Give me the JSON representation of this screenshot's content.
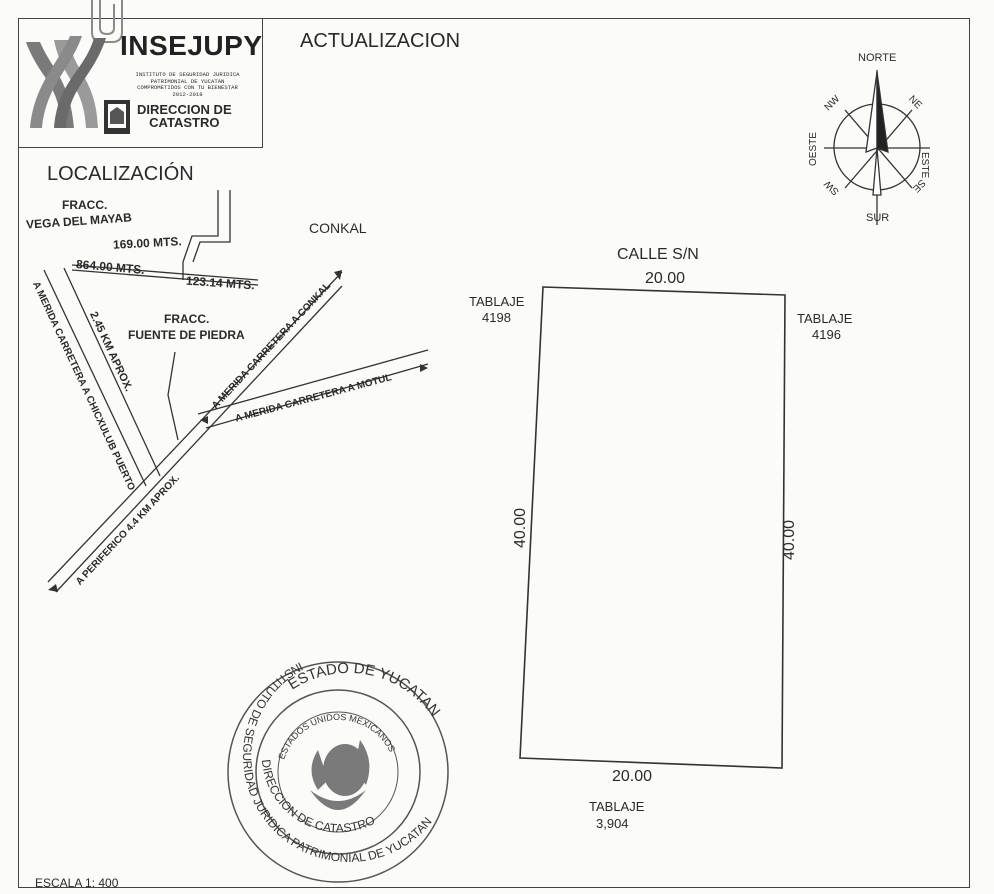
{
  "header": {
    "logo_name": "INSEJUPY",
    "logo_sub_lines": [
      "INSTITUTO DE SEGURIDAD JURIDICA",
      "PATRIMONIAL DE YUCATAN",
      "COMPROMETIDOS CON TU BIENESTAR",
      "2012-2018"
    ],
    "direction_line1": "DIRECCION DE",
    "direction_line2": "CATASTRO",
    "title": "ACTUALIZACION"
  },
  "compass": {
    "north": "NORTE",
    "south": "SUR",
    "east": "ESTE",
    "west": "OESTE",
    "ne": "NE",
    "nw": "NW",
    "se": "SE",
    "sw": "SW"
  },
  "location_map": {
    "heading": "LOCALIZACIÓN",
    "fracc_vega_1": "FRACC.",
    "fracc_vega_2": "VEGA DEL MAYAB",
    "dist_169": "169.00 MTS.",
    "dist_864": "864.00 MTS.",
    "dist_123": "123.14 MTS.",
    "conkal": "CONKAL",
    "fracc_fuente_1": "FRACC.",
    "fracc_fuente_2": "FUENTE DE PIEDRA",
    "road_chicxulub": "A MERIDA CARRETERA A CHICXULUB PUERTO",
    "dist_245": "2.45 KM APROX.",
    "road_conkal": "A MERIDA CARRETERA A CONKAL",
    "road_motul": "A MERIDA CARRETERA A MOTUL",
    "road_periferico": "A PERIFERICO 4.4 KM APROX."
  },
  "plot": {
    "street": "CALLE S/N",
    "top": "20.00",
    "bottom": "20.00",
    "left": "40.00",
    "right": "40.00",
    "nw_label": "TABLAJE",
    "nw_value": "4198",
    "ne_label": "TABLAJE",
    "ne_value": "4196",
    "s_label": "TABLAJE",
    "s_value": "3,904"
  },
  "seal": {
    "outer_top": "ESTADO DE YUCATAN",
    "outer_left": "INSTITUTO DE SEGURIDAD JURIDICA PATRIMONIAL DE YUCATAN",
    "inner_top": "ESTADOS UNIDOS MEXICANOS",
    "inner_bottom": "DIRECCION DE CATASTRO"
  },
  "scale": "ESCALA   1: 400"
}
